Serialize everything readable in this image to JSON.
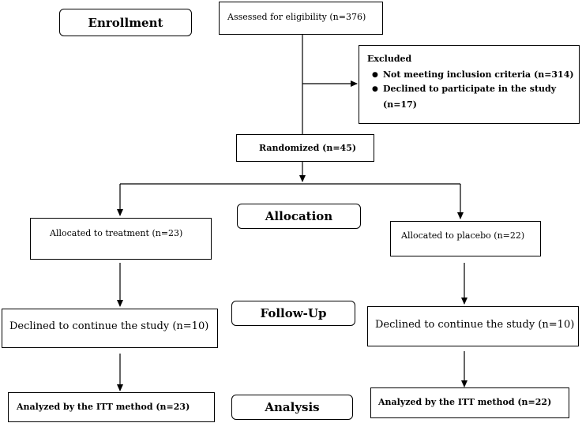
{
  "stages": {
    "enrollment": "Enrollment",
    "allocation": "Allocation",
    "follow_up": "Follow-Up",
    "analysis": "Analysis"
  },
  "boxes": {
    "assessed": "Assessed for eligibility (n=376)",
    "excluded": {
      "title": "Excluded",
      "items": [
        "Not meeting inclusion criteria (n=314)",
        "Declined to participate in the study",
        "(n=17)"
      ]
    },
    "randomized": "Randomized (n=45)",
    "allocated_treatment": "Allocated to treatment (n=23)",
    "allocated_placebo": "Allocated to placebo (n=22)",
    "declined_treatment": "Declined to continue the study (n=10)",
    "declined_placebo": "Declined to continue the study (n=10)",
    "analyzed_treatment": "Analyzed by the ITT method (n=23)",
    "analyzed_placebo": "Analyzed by the ITT method (n=22)"
  }
}
